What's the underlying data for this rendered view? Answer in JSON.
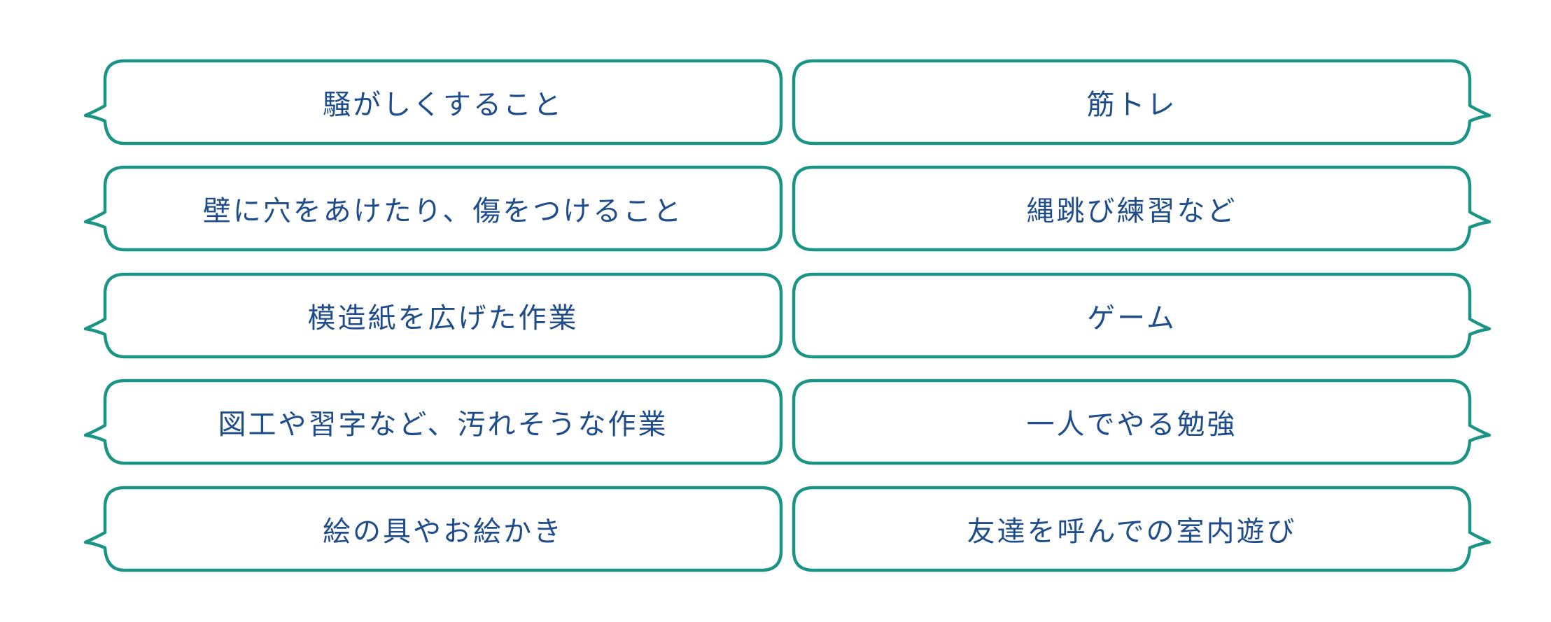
{
  "colors": {
    "border": "#1a9485",
    "text": "#1f4d8c",
    "background": "#ffffff"
  },
  "left_items": [
    {
      "label": "騒がしくすること"
    },
    {
      "label": "壁に穴をあけたり、傷をつけること"
    },
    {
      "label": "模造紙を広げた作業"
    },
    {
      "label": "図工や習字など、汚れそうな作業"
    },
    {
      "label": "絵の具やお絵かき"
    }
  ],
  "right_items": [
    {
      "label": "筋トレ"
    },
    {
      "label": "縄跳び練習など"
    },
    {
      "label": "ゲーム"
    },
    {
      "label": "一人でやる勉強"
    },
    {
      "label": "友達を呼んでの室内遊び"
    }
  ]
}
